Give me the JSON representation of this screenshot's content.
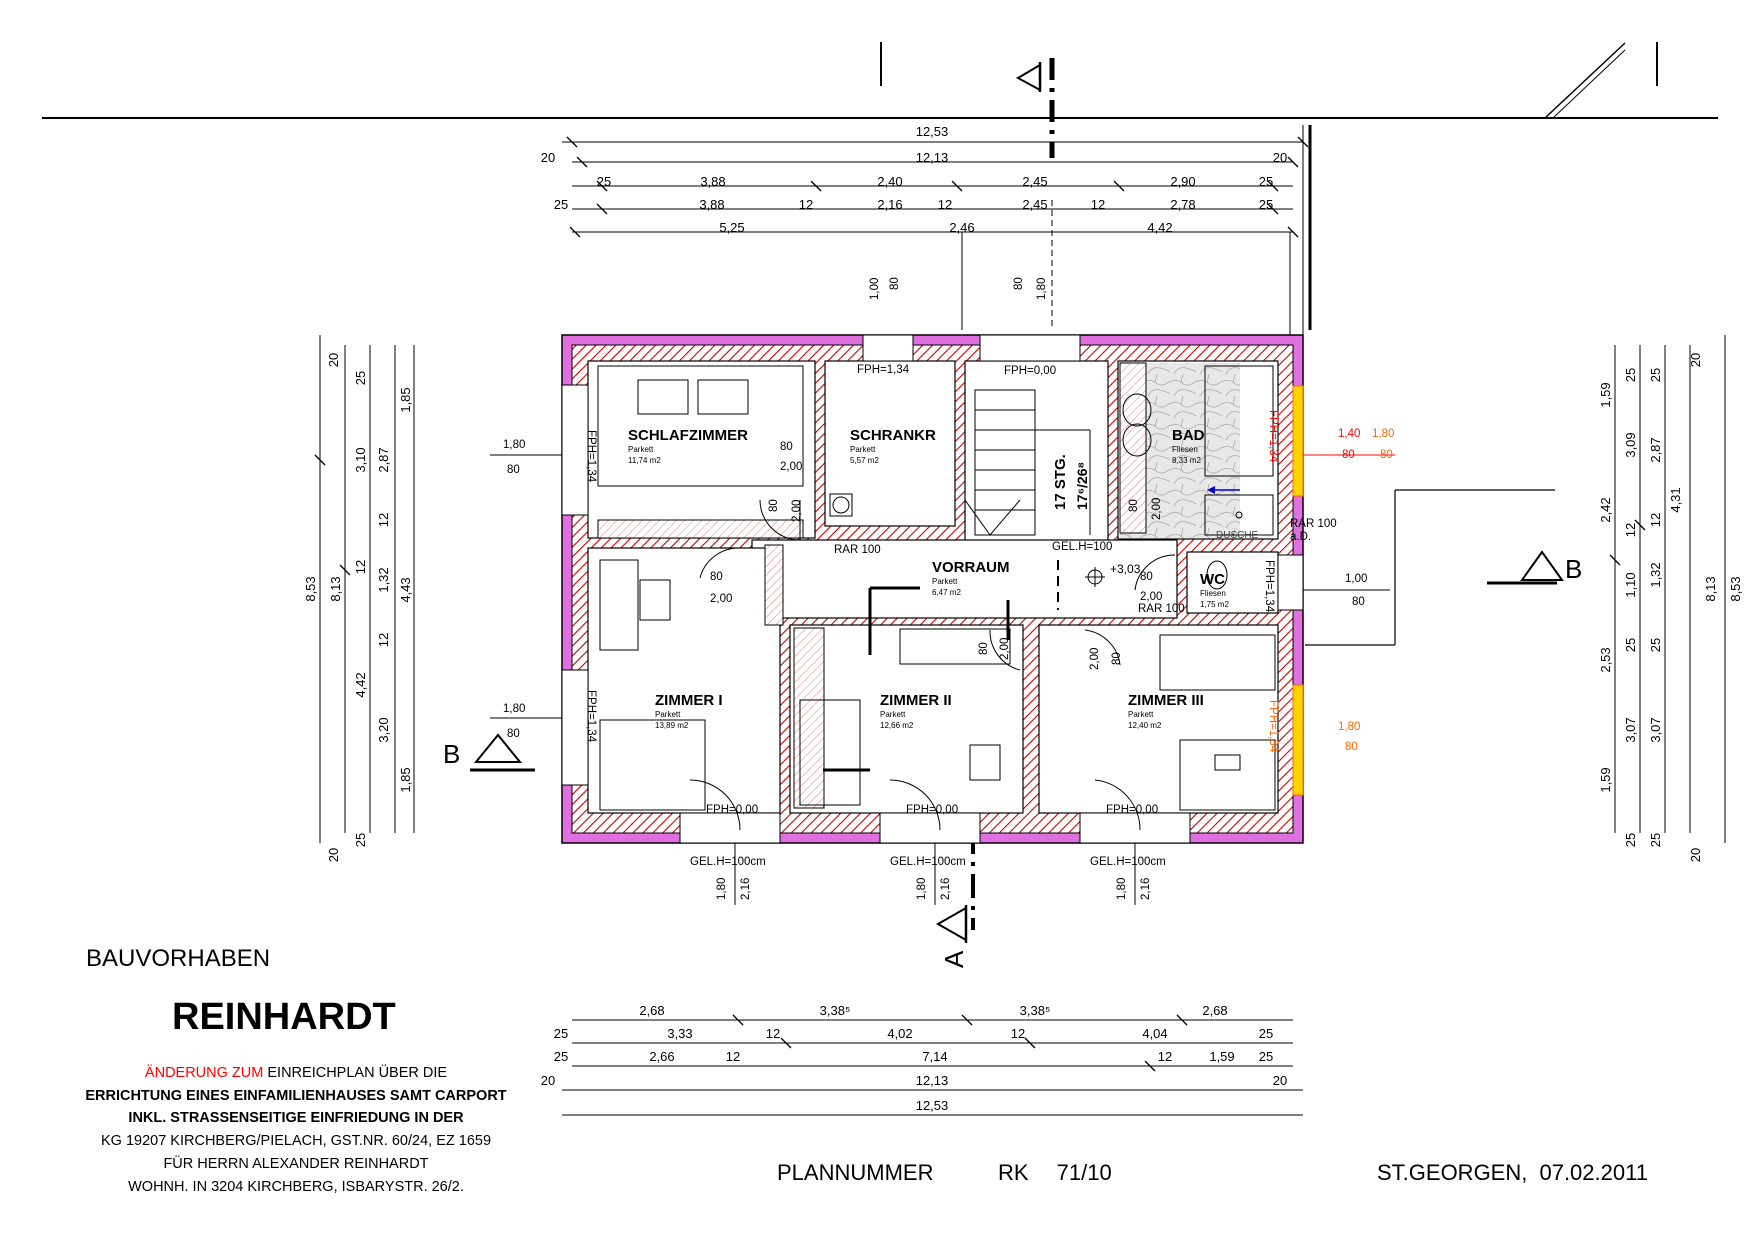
{
  "title_block": {
    "project_label": "BAUVORHABEN",
    "project_name": "REINHARDT",
    "change_red": "ÄNDERUNG ZUM",
    "line1_rest": "EINREICHPLAN ÜBER DIE",
    "line2": "ERRICHTUNG EINES EINFAMILIENHAUSES SAMT CARPORT",
    "line3": "INKL. STRASSENSEITIGE EINFRIEDUNG IN DER",
    "line4": "KG 19207 KIRCHBERG/PIELACH, GST.NR. 60/24, EZ 1659",
    "line5": "FÜR HERRN ALEXANDER REINHARDT",
    "line6": "WOHNH. IN 3204 KIRCHBERG, ISBARYSTR. 26/2.",
    "plan_label": "PLANNUMMER",
    "plan_number": "RK 71/10",
    "place_date": "ST.GEORGEN, 07.02.2011"
  },
  "colors": {
    "wall_hatch": "#cc0000",
    "insulation": "#e070e0",
    "change_red": "#ff0000",
    "change_orange": "#ff6600",
    "window_yellow": "#ffd400",
    "arrow_blue": "#0000cc"
  },
  "rooms": {
    "schlafzimmer": {
      "name": "SCHLAFZIMMER",
      "floor": "Parkett",
      "area": "11,74 m2"
    },
    "schrankr": {
      "name": "SCHRANKR",
      "floor": "Parkett",
      "area": "5,57 m2"
    },
    "bad": {
      "name": "BAD",
      "floor": "Fliesen",
      "area": "8,33 m2"
    },
    "wc": {
      "name": "WC",
      "floor": "Fliesen",
      "area": "1,75 m2"
    },
    "vorraum": {
      "name": "VORRAUM",
      "floor": "Parkett",
      "area": "6,47 m2"
    },
    "zimmer1": {
      "name": "ZIMMER I",
      "floor": "Parkett",
      "area": "13,89 m2"
    },
    "zimmer2": {
      "name": "ZIMMER II",
      "floor": "Parkett",
      "area": "12,66 m2"
    },
    "zimmer3": {
      "name": "ZIMMER III",
      "floor": "Parkett",
      "area": "12,40 m2"
    }
  },
  "stair": {
    "steps": "17 STG.",
    "ratio": "17⁶/26⁸"
  },
  "level": "+3,03",
  "dim_top": {
    "overall": "12,53",
    "inner": "12,13",
    "edge": "20",
    "row1": [
      "25",
      "3,88",
      "2,40",
      "2,45",
      "2,90",
      "25"
    ],
    "row2": [
      "25",
      "3,88",
      "12",
      "2,16",
      "12",
      "2,45",
      "12",
      "2,78",
      "25"
    ],
    "row3": [
      "5,25",
      "2,46",
      "4,42"
    ]
  },
  "dim_bottom": {
    "row1": [
      "2,68",
      "3,38⁵",
      "3,38⁵",
      "2,68"
    ],
    "row2": [
      "25",
      "3,33",
      "12",
      "4,02",
      "12",
      "4,04",
      "25"
    ],
    "row3": [
      "25",
      "2,66",
      "12",
      "7,14",
      "12",
      "1,59",
      "25"
    ],
    "inner": "12,13",
    "edge": "20",
    "overall": "12,53"
  },
  "dim_left": {
    "overall": "8,53",
    "inner": "8,13",
    "col2": [
      "4,42",
      "12",
      "3,10"
    ],
    "col3": [
      "20",
      "25",
      "25",
      "20"
    ],
    "col4": [
      "1,85",
      "2,87",
      "12",
      "1,32",
      "12",
      "3,20",
      "1,85"
    ],
    "col4b": [
      "4,43"
    ]
  },
  "dim_right": {
    "overall": "8,53",
    "inner": "8,13",
    "sub": "4,31",
    "col1": [
      "1,59",
      "2,42",
      "1,10",
      "2,53",
      "1,59"
    ],
    "col2": [
      "25",
      "3,09",
      "12",
      "25",
      "3,07",
      "25"
    ],
    "col3": [
      "25",
      "2,87",
      "12",
      "1,32",
      "25",
      "3,07",
      "25"
    ],
    "col4": [
      "20",
      "20"
    ]
  },
  "openings": {
    "fph134": "FPH=1,34",
    "fph000": "FPH=0,00",
    "gel": "GEL.H=100cm",
    "gel2": "GEL.H=100",
    "rar": "RAR 100",
    "dusche": "DUSCHE",
    "w180": "1,80",
    "w100": "1,00",
    "h80": "80",
    "h200": "2,00",
    "h216": "2,16",
    "h140": "1,40",
    "rar2": "RAR 100",
    "ab": "a.D."
  },
  "sections": {
    "a": "A",
    "b": "B"
  }
}
